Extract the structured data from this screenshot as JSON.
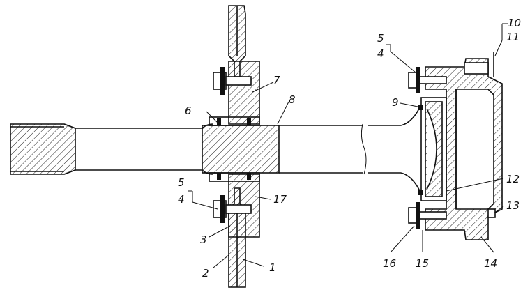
{
  "drawing": {
    "type": "mechanical cross-section",
    "callouts": [
      {
        "id": "c1",
        "text": "1"
      },
      {
        "id": "c2",
        "text": "2"
      },
      {
        "id": "c3",
        "text": "3"
      },
      {
        "id": "c4a",
        "text": "4"
      },
      {
        "id": "c5a",
        "text": "5"
      },
      {
        "id": "c4b",
        "text": "4"
      },
      {
        "id": "c5b",
        "text": "5"
      },
      {
        "id": "c6",
        "text": "6"
      },
      {
        "id": "c7",
        "text": "7"
      },
      {
        "id": "c8",
        "text": "8"
      },
      {
        "id": "c9",
        "text": "9"
      },
      {
        "id": "c10",
        "text": "10"
      },
      {
        "id": "c11",
        "text": "11"
      },
      {
        "id": "c12",
        "text": "12"
      },
      {
        "id": "c13",
        "text": "13"
      },
      {
        "id": "c14",
        "text": "14"
      },
      {
        "id": "c15",
        "text": "15"
      },
      {
        "id": "c16",
        "text": "16"
      },
      {
        "id": "c17",
        "text": "17"
      }
    ]
  }
}
